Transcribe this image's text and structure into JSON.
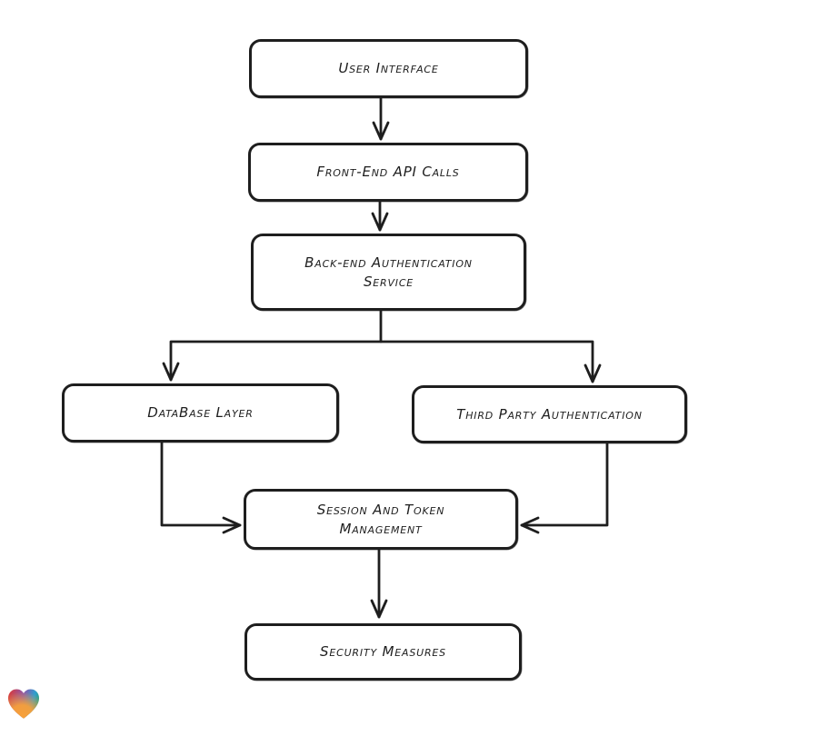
{
  "diagram": {
    "nodes": [
      {
        "id": "user-interface",
        "label": "User Interface"
      },
      {
        "id": "front-end-api-calls",
        "label": "Front-End API Calls"
      },
      {
        "id": "back-end-authentication-service",
        "label": "Back-end Authentication Service"
      },
      {
        "id": "database-layer",
        "label": "DataBase Layer"
      },
      {
        "id": "third-party-authentication",
        "label": "Third Party Authentication"
      },
      {
        "id": "session-and-token-management",
        "label": "Session And Token Management"
      },
      {
        "id": "security-measures",
        "label": "Security Measures"
      }
    ],
    "edges": [
      {
        "from": "user-interface",
        "to": "front-end-api-calls"
      },
      {
        "from": "front-end-api-calls",
        "to": "back-end-authentication-service"
      },
      {
        "from": "back-end-authentication-service",
        "to": "database-layer"
      },
      {
        "from": "back-end-authentication-service",
        "to": "third-party-authentication"
      },
      {
        "from": "database-layer",
        "to": "session-and-token-management"
      },
      {
        "from": "third-party-authentication",
        "to": "session-and-token-management"
      },
      {
        "from": "session-and-token-management",
        "to": "security-measures"
      }
    ],
    "colors": {
      "stroke": "#1e1e1e",
      "node_fill": "#ffffff",
      "background": "#ffffff"
    },
    "logo": {
      "icon": "heart-gradient-icon",
      "colors": {
        "red": "#e23a2e",
        "purple": "#8a55ae",
        "blue": "#2f9ed0",
        "teal": "#2aa18f",
        "orange": "#f7a03a"
      }
    }
  }
}
